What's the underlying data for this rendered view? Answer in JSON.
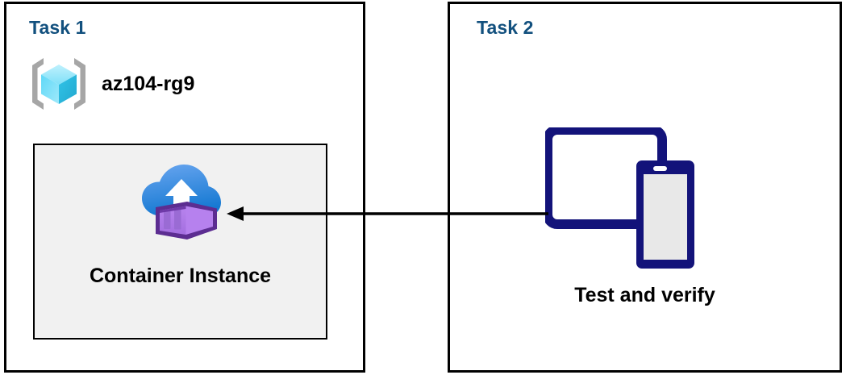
{
  "diagram": {
    "title_color": "#12507e",
    "background": "#ffffff",
    "panel_border_color": "#000000"
  },
  "panels": [
    {
      "id": "task1",
      "title": "Task 1",
      "resource_group": {
        "label": "az104-rg9",
        "icon": "resource-group-icon"
      },
      "resource": {
        "label": "Container Instance",
        "icon": "container-instance-icon",
        "box_fill": "#f1f1f1",
        "box_border": "#000000"
      }
    },
    {
      "id": "task2",
      "title": "Task 2",
      "item": {
        "label": "Test and verify",
        "icon": "devices-tablet-phone-icon",
        "icon_color": "#13137a"
      }
    }
  ],
  "connector": {
    "name": "flow-arrow",
    "direction": "right-to-left",
    "from": "Test and verify",
    "to": "Container Instance",
    "color": "#000000"
  },
  "palette": {
    "title_blue": "#12507e",
    "rg_bracket_gray": "#a6a6a6",
    "rg_cube_light": "#9fe6fb",
    "rg_cube_mid": "#3fd0f4",
    "rg_cube_dark": "#2bb3d6",
    "cloud_top": "#5b9bed",
    "cloud_bottom": "#1b81d8",
    "container_purple_light": "#b07ce8",
    "container_purple_mid": "#9a6bd4",
    "container_purple_dark": "#5c2d91",
    "device_navy": "#13137a",
    "device_screen_gray": "#e8e8e8",
    "box_gray": "#f1f1f1"
  }
}
